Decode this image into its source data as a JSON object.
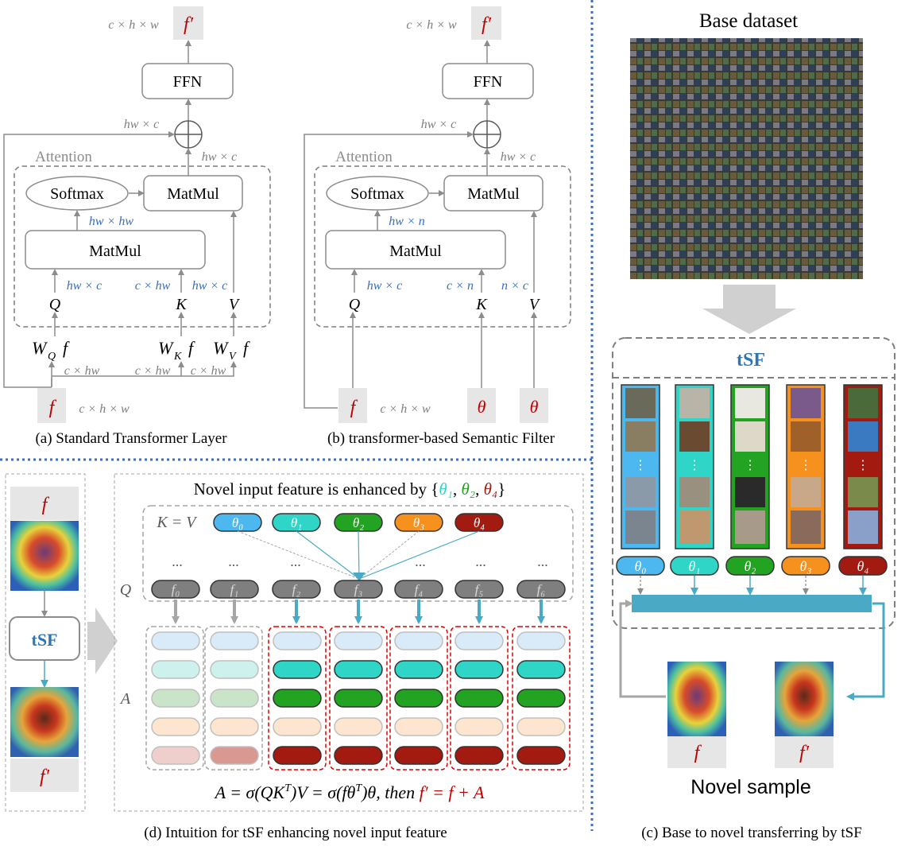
{
  "panel_a": {
    "out_dims": "c × h × w",
    "f_prime": "f′",
    "ffn": "FFN",
    "residual_dims": "hw × c",
    "attention_label": "Attention",
    "sum_dims": "hw × c",
    "softmax": "Softmax",
    "matmul_top": "MatMul",
    "matmul_bottom": "MatMul",
    "softmax_dims": "hw × hw",
    "q_dims": "hw × c",
    "k_dims": "c × hw",
    "v_dims": "hw × c",
    "q": "Q",
    "k": "K",
    "v": "V",
    "wq": "W",
    "wq_sub": "Q",
    "wk": "W",
    "wk_sub": "K",
    "wv": "W",
    "wv_sub": "V",
    "wf": "f",
    "in_dims_1": "c × hw",
    "in_dims_2": "c × hw",
    "in_dims_3": "c × hw",
    "f": "f",
    "f_dims": "c × h × w",
    "caption": "(a) Standard Transformer Layer"
  },
  "panel_b": {
    "out_dims": "c × h × w",
    "f_prime": "f′",
    "ffn": "FFN",
    "residual_dims": "hw × c",
    "attention_label": "Attention",
    "sum_dims": "hw × c",
    "softmax": "Softmax",
    "matmul_top": "MatMul",
    "matmul_bottom": "MatMul",
    "softmax_dims": "hw × n",
    "q_dims": "hw × c",
    "k_dims": "c × n",
    "v_dims": "n × c",
    "q": "Q",
    "k": "K",
    "v": "V",
    "f": "f",
    "f_dims": "c × h × w",
    "theta": "θ",
    "caption": "(b) transformer-based Semantic Filter"
  },
  "panel_c": {
    "title": "Base dataset",
    "tsf": "tSF",
    "thetas": [
      "θ₀",
      "θ₁",
      "θ₂",
      "θ₃",
      "θ₄"
    ],
    "f": "f",
    "f_prime": "f′",
    "novel": "Novel sample",
    "caption": "(c) Base to novel transferring by tSF"
  },
  "panel_d": {
    "f": "f",
    "tsf": "tSF",
    "f_prime": "f′",
    "heading_prefix": "Novel input feature is enhanced by {",
    "heading_t1": "θ₁",
    "heading_t2": "θ₂",
    "heading_t4": "θ₄",
    "heading_suffix": "}",
    "kv_label": "K = V",
    "q_label": "Q",
    "a_label": "A",
    "thetas": [
      "θ₀",
      "θ₁",
      "θ₂",
      "θ₃",
      "θ₄"
    ],
    "fs": [
      "f₀",
      "f₁",
      "f₂",
      "f₃",
      "f₄",
      "f₅",
      "f₆"
    ],
    "ellipsis": "...",
    "formula": "A = σ(QK",
    "formula_rest": ")V = σ(fθ",
    "formula_rest2": ")θ,  then ",
    "formula_red": "f′ = f + A",
    "caption": "(d) Intuition for tSF enhancing novel input feature"
  },
  "colors": {
    "theta0": "#4db8f0",
    "theta1": "#2fd6c8",
    "theta2": "#22a322",
    "theta3": "#f7911e",
    "theta4": "#a31a10",
    "teal": "#4aaac6",
    "dims_blue": "#3a6fbf",
    "red_text": "#c00000",
    "divider": "#3c6fc0"
  }
}
